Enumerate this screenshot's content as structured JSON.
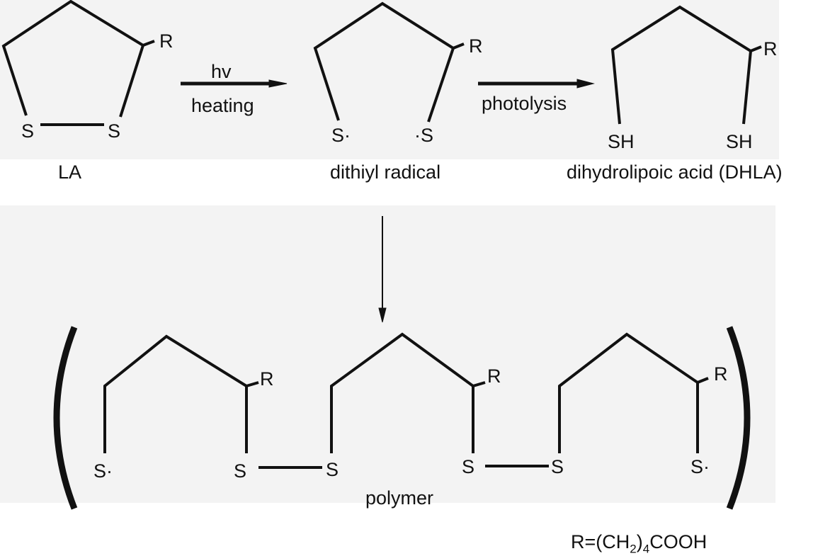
{
  "molecules": {
    "la": {
      "label": "LA",
      "atoms": [
        "S",
        "S"
      ],
      "substituent": "R"
    },
    "radical": {
      "label": "dithiyl radical",
      "atoms": [
        "S·",
        "·S"
      ],
      "substituent": "R"
    },
    "dhla": {
      "label": "dihydrolipoic acid (DHLA)",
      "atoms": [
        "SH",
        "SH"
      ],
      "substituent": "R"
    },
    "polymer": {
      "label": "polymer",
      "atoms": [
        "S·",
        "S",
        "S",
        "S",
        "S",
        "S·"
      ],
      "substituents": [
        "R",
        "R",
        "R"
      ]
    }
  },
  "arrows": {
    "step1_top": "hv",
    "step1_bottom": "heating",
    "step2": "photolysis"
  },
  "footnote": {
    "prefix": "R=(CH",
    "sub1": "2",
    "mid": ")",
    "sub2": "4",
    "suffix": "COOH"
  }
}
